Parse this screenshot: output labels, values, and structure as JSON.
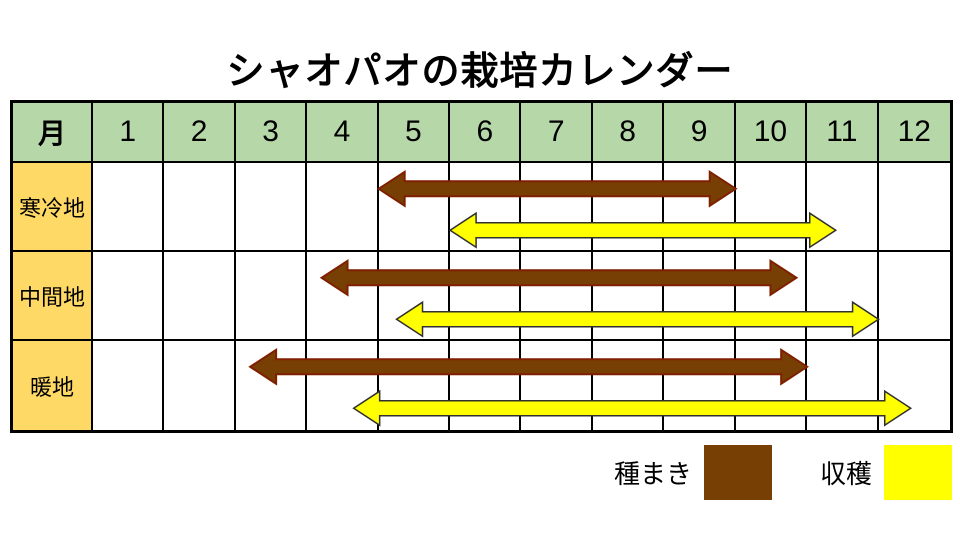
{
  "chart_data": {
    "type": "gantt",
    "title": "シャオパオの栽培カレンダー",
    "corner_label": "月",
    "months": [
      "1",
      "2",
      "3",
      "4",
      "5",
      "6",
      "7",
      "8",
      "9",
      "10",
      "11",
      "12"
    ],
    "rows": [
      {
        "label": "寒冷地",
        "bars": [
          {
            "kind": "sowing",
            "label": "種まき",
            "start_month": 5.0,
            "end_month": 10.0
          },
          {
            "kind": "harvest",
            "label": "収穫",
            "start_month": 6.0,
            "end_month": 11.4
          }
        ]
      },
      {
        "label": "中間地",
        "bars": [
          {
            "kind": "sowing",
            "label": "種まき",
            "start_month": 4.2,
            "end_month": 10.85
          },
          {
            "kind": "harvest",
            "label": "収穫",
            "start_month": 5.25,
            "end_month": 12.0
          }
        ]
      },
      {
        "label": "暖地",
        "bars": [
          {
            "kind": "sowing",
            "label": "種まき",
            "start_month": 3.2,
            "end_month": 11.0
          },
          {
            "kind": "harvest",
            "label": "収穫",
            "start_month": 4.65,
            "end_month": 12.45
          }
        ]
      }
    ],
    "legend": [
      {
        "kind": "sowing",
        "label": "種まき",
        "color": "#783f04"
      },
      {
        "kind": "harvest",
        "label": "収穫",
        "color": "#ffff00"
      }
    ],
    "colors": {
      "sowing_fill": "#783f04",
      "sowing_stroke": "#7f1f00",
      "harvest_fill": "#ffff00",
      "harvest_stroke": "#303030",
      "header_bg": "#b6d7a8",
      "row_label_bg": "#ffd966",
      "grid": "#000000",
      "background": "#ffffff"
    },
    "axis_note": "month coordinate m = start of month m; bars are double-headed arrows"
  }
}
